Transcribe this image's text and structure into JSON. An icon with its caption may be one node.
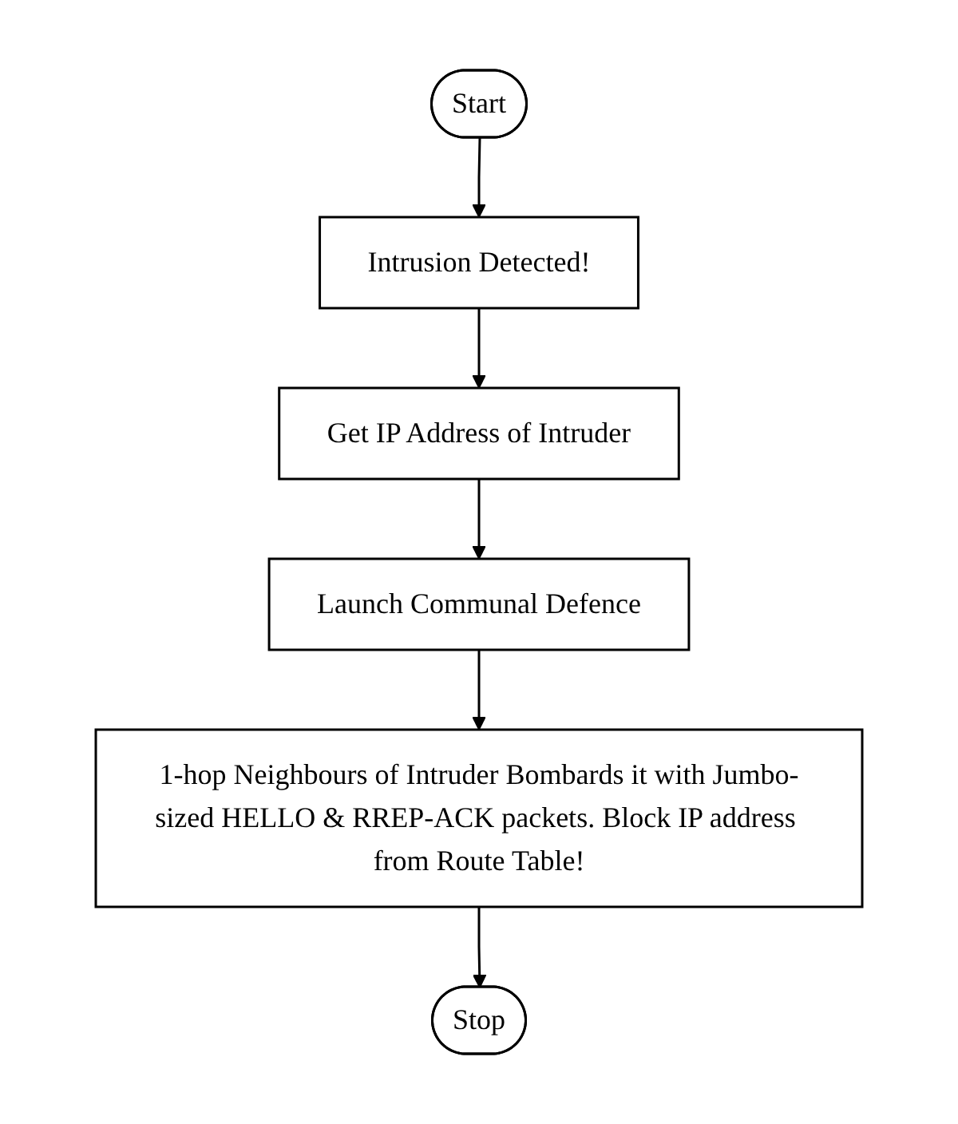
{
  "diagram": {
    "nodes": [
      {
        "text": [
          "Start"
        ]
      },
      {
        "text": [
          "Intrusion Detected!"
        ]
      },
      {
        "text": [
          "Get IP Address of Intruder"
        ]
      },
      {
        "text": [
          "Launch Communal Defence"
        ]
      },
      {
        "text": [
          "1-hop Neighbours of Intruder Bombards it with Jumbo-sized HELLO & RREP-ACK packets. Block IP address from Route Table!"
        ]
      },
      {
        "text": [
          "Stop"
        ]
      }
    ],
    "edges": [
      {
        "from": 0,
        "to": 1,
        "arrow": "to"
      },
      {
        "from": 1,
        "to": 2,
        "arrow": "to"
      },
      {
        "from": 2,
        "to": 3,
        "arrow": "to"
      },
      {
        "from": 3,
        "to": 4,
        "arrow": "to"
      },
      {
        "from": 4,
        "to": 5,
        "arrow": "to"
      }
    ]
  }
}
